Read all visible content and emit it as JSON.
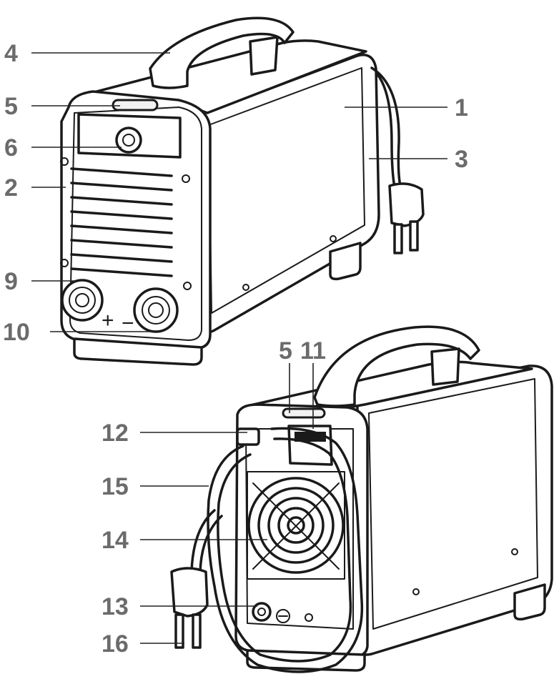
{
  "callouts": {
    "c1": "1",
    "c2": "2",
    "c3": "3",
    "c4": "4",
    "c5a": "5",
    "c6": "6",
    "c9": "9",
    "c10": "10",
    "c5b": "5",
    "c11": "11",
    "c12": "12",
    "c13": "13",
    "c14": "14",
    "c15": "15",
    "c16": "16"
  },
  "front_panel": {
    "plus_symbol": "+",
    "minus_symbol": "−"
  },
  "colors": {
    "callout_text": "#6b6b6b",
    "line_art": "#1a1a1a"
  }
}
